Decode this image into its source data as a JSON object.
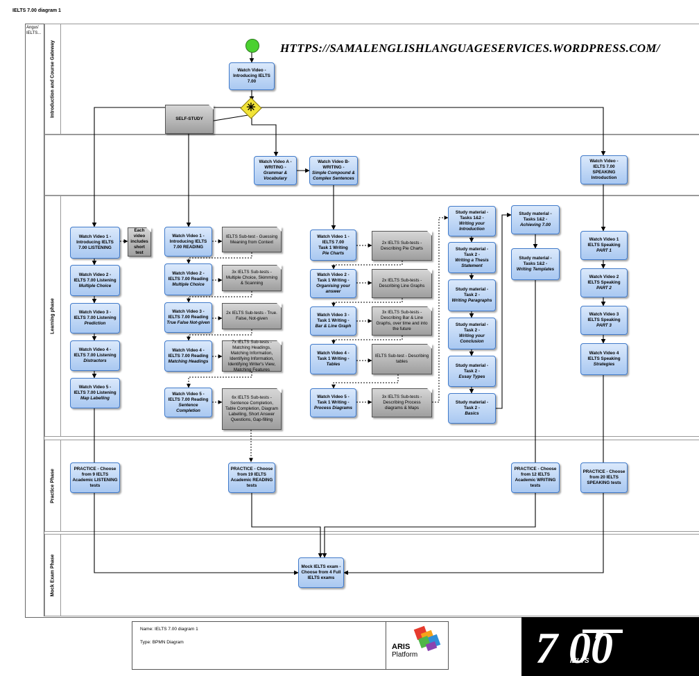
{
  "header": {
    "doc_title": "IELTS 7.00 diagram 1",
    "pool_label": "Angus' IELTS..."
  },
  "url": "HTTPS://SAMALENGLISHLANGUAGESERVICES.WORDPRESS.COM/",
  "lanes": {
    "intro": "Introduction and Course Gateway",
    "learning": "Learning phase",
    "practice": "Practice Phase",
    "mock": "Mock Exam Phase"
  },
  "gateway_symbol": "✳",
  "self_study": "SELF-STUDY",
  "tasks": {
    "intro_video": [
      "Watch Video -",
      "Introducing IELTS",
      "7.00"
    ],
    "writing_a": [
      "Watch Video A -",
      "WRITING -",
      "Grammar &",
      "Vocabulary"
    ],
    "writing_b": [
      "Watch Video B-",
      "WRITING -",
      "Simple Compound &",
      "Complex Sentences"
    ],
    "speaking_intro": [
      "Watch Video -",
      "IELTS 7.00 SPEAKING",
      "Introduction"
    ],
    "listening": [
      [
        "Watch Video 1 -",
        "Introducing IELTS",
        "7.00 LISTENING"
      ],
      [
        "Watch Video 2 -",
        "IELTS 7.00 Listening",
        "Multiple Choice"
      ],
      [
        "Watch Video 3 -",
        "IELTS 7.00 Listening",
        "Prediction"
      ],
      [
        "Watch Video 4 -",
        "IELTS 7.00 Listening",
        "Distractors"
      ],
      [
        "Watch Video 5 -",
        "IELTS 7.00 Listening",
        "Map Labelling"
      ]
    ],
    "reading": [
      [
        "Watch Video 1 -",
        "Introducing IELTS",
        "7.00 READING"
      ],
      [
        "Watch Video 2 -",
        "IELTS 7.00 Reading",
        "Multiple Choice"
      ],
      [
        "Watch Video 3 -",
        "IELTS 7.00 Reading",
        "True False Not-given"
      ],
      [
        "Watch Video 4 -",
        "IELTS 7.00 Reading",
        "Matching Headings"
      ],
      [
        "Watch Video 5 -",
        "IELTS 7.00 Reading",
        "Sentence Completion"
      ]
    ],
    "writing1": [
      [
        "Watch Video 1 -",
        "IELTS 7.00",
        "Task 1 Writing",
        "Pie Charts"
      ],
      [
        "Watch Video 2 -",
        "Task 1 Writing -",
        "Organising your",
        "answer"
      ],
      [
        "Watch Video 3 -",
        "Task 1 Writing -",
        "Bar & Line Graph"
      ],
      [
        "Watch Video 4 -",
        "Task 1 Writing -",
        "Tables"
      ],
      [
        "Watch Video 5 -",
        "Task 1 Writing -",
        "Process Diagrams"
      ]
    ],
    "study": [
      [
        "Study material -",
        "Tasks 1&2 -",
        "Writing your",
        "Introduction"
      ],
      [
        "Study material -",
        "Task 2 -",
        "Writing a Thesis",
        "Statement"
      ],
      [
        "Study material -",
        "Task 2 -",
        "Writing Paragraphs"
      ],
      [
        "Study material -",
        "Task 2 -",
        "Writing your",
        "Conclusion"
      ],
      [
        "Study material -",
        "Task 2 -",
        "Essay Types"
      ],
      [
        "Study material -",
        "Task 2 -",
        "Basics"
      ]
    ],
    "study_right": [
      [
        "Study material -",
        "Tasks 1&2 -",
        "Achieving 7.00"
      ],
      [
        "Study material -",
        "Tasks 1&2 -",
        "Writing Templates"
      ]
    ],
    "speaking": [
      [
        "Watch Video 1",
        "IELTS Speaking",
        "PART 1"
      ],
      [
        "Watch Video 2",
        "IELTS Speaking",
        "PART 2"
      ],
      [
        "Watch Video 3",
        "IELTS Speaking",
        "PART 3"
      ],
      [
        "Watch Video 4",
        "IELTS Speaking",
        "Strategies"
      ]
    ],
    "practice": [
      [
        "PRACTICE - Choose",
        "from 9 IELTS",
        "Academic LISTENING",
        "tests"
      ],
      [
        "PRACTICE - Choose",
        "from 19 IELTS",
        "Academic READING",
        "tests"
      ],
      [
        "PRACTICE - Choose",
        "from 12 IELTS",
        "Academic WRITING",
        "tests"
      ],
      [
        "PRACTICE - Choose",
        "from 20 IELTS",
        "SPEAKING tests"
      ]
    ],
    "mock": [
      "Mock IELTS exam -",
      "Choose from 4 Full",
      "IELTS exams"
    ]
  },
  "notes": {
    "listening": "Each video includes short test",
    "reading": [
      "IELTS Sub-test - Guessing Meaning from Context",
      "3x IELTS Sub-tests - Multiple Choice, Skimming & Scanning",
      "2x IELTS Sub-tests - True. False, Not-given",
      "7x IELTS Sub-tests - Matching Headings, Matching Information, Identifying Information, Identifying Writer's View, Matching Features",
      "6x IELTS Sub-tests - Sentence Completion, Table Completion, Diagram Labelling, Short Answer Questions, Gap-filling"
    ],
    "writing": [
      "2x IELTS Sub-tests - Describing Pie Charts",
      "2x IELTS Sub-tests - Describing Line Graphs",
      "3x IELTS Sub-tests - Describing Bar & Line Graphs, over time and into the future",
      "IELTS Sub-test - Describing tables",
      "3x IELTS Sub-tests - Describing Process diagrams & Maps"
    ]
  },
  "legend": {
    "name": "Name: IELTS 7.00 diagram 1",
    "type": "Type: BPMN Diagram",
    "brand": "ARIS",
    "platform": "Platform"
  },
  "logo": {
    "big": "7  00",
    "small": "IELTS"
  }
}
